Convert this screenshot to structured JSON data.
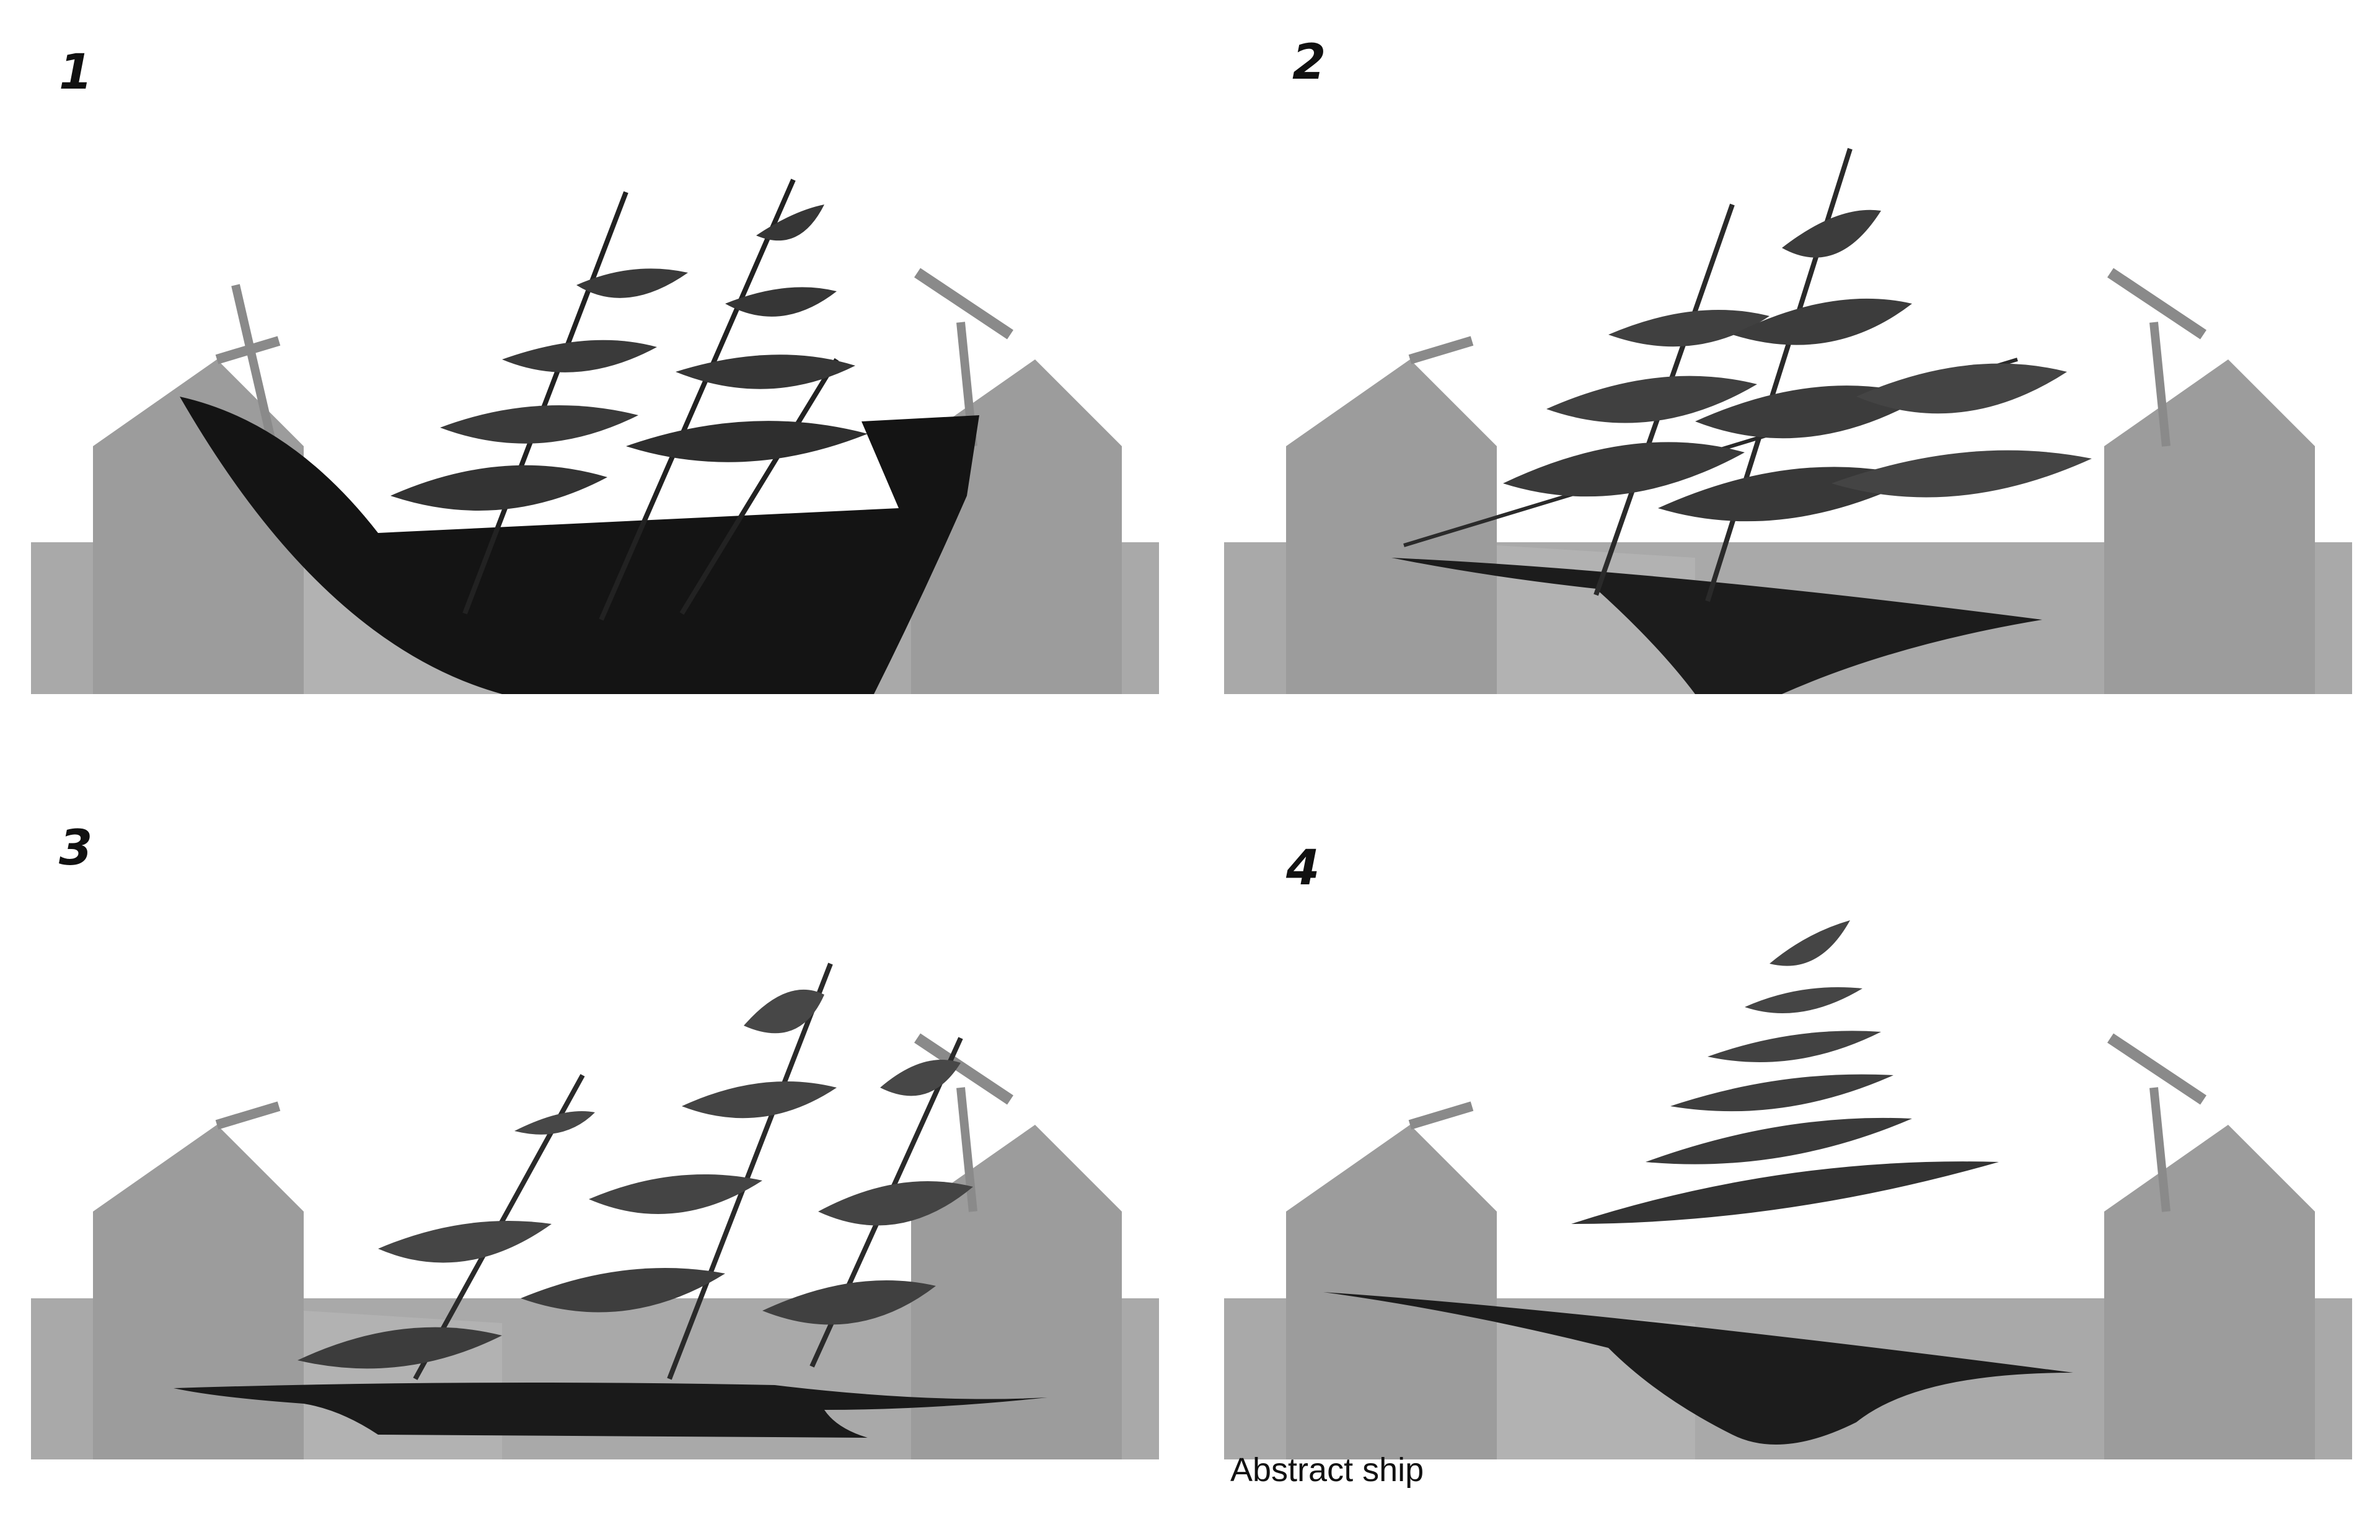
{
  "panels": [
    {
      "number": "1"
    },
    {
      "number": "2"
    },
    {
      "number": "3"
    },
    {
      "number": "4"
    }
  ],
  "caption": "Abstract ship",
  "colors": {
    "background": "#ffffff",
    "harbor_gray": "#a9a9a9",
    "building_gray": "#9a9a9a",
    "ship_dark": "#1a1a1a",
    "sail_gray": "#3e3e3e"
  }
}
